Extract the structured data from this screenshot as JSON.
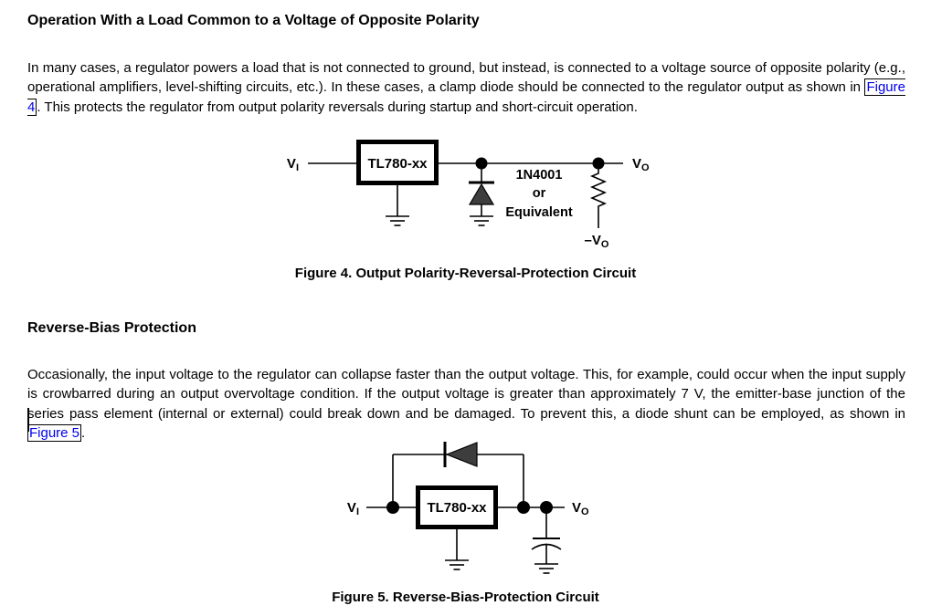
{
  "colors": {
    "text": "#000000",
    "link": "#0000ee",
    "background": "#ffffff",
    "diode_fill": "#3d3d3d"
  },
  "sections": [
    {
      "heading": "Operation With a Load Common to a Voltage of Opposite Polarity",
      "para_before_link": "In many cases, a regulator powers a load that is not connected to ground, but instead, is connected to a voltage source of opposite polarity (e.g., operational amplifiers, level-shifting circuits, etc.). In these cases, a clamp diode should be connected to the regulator output as shown in ",
      "link_label": "Figure 4",
      "para_after_link": ". This protects the regulator from output polarity reversals during startup and short-circuit operation."
    },
    {
      "heading": "Reverse-Bias Protection",
      "para_before_link": "Occasionally, the input voltage to the regulator can collapse faster than the output voltage. This, for example, could occur when the input supply is crowbarred during an output overvoltage condition. If the output voltage is greater than approximately 7 V, the emitter-base junction of the series pass element (internal or external) could break down and be damaged. To prevent this, a diode shunt can be employed, as shown in ",
      "link_label": "Figure 5",
      "para_after_link": "."
    }
  ],
  "figures": [
    {
      "caption": "Figure 4. Output Polarity-Reversal-Protection Circuit",
      "labels": {
        "v": "V",
        "sub_i": "I",
        "sub_o": "O",
        "regulator": "TL780-xx",
        "diode_part_line1": "1N4001",
        "diode_part_line2": "or",
        "diode_part_line3": "Equivalent",
        "neg_v": "–V"
      }
    },
    {
      "caption": "Figure 5. Reverse-Bias-Protection Circuit",
      "labels": {
        "v": "V",
        "sub_i": "I",
        "sub_o": "O",
        "regulator": "TL780-xx"
      }
    }
  ]
}
